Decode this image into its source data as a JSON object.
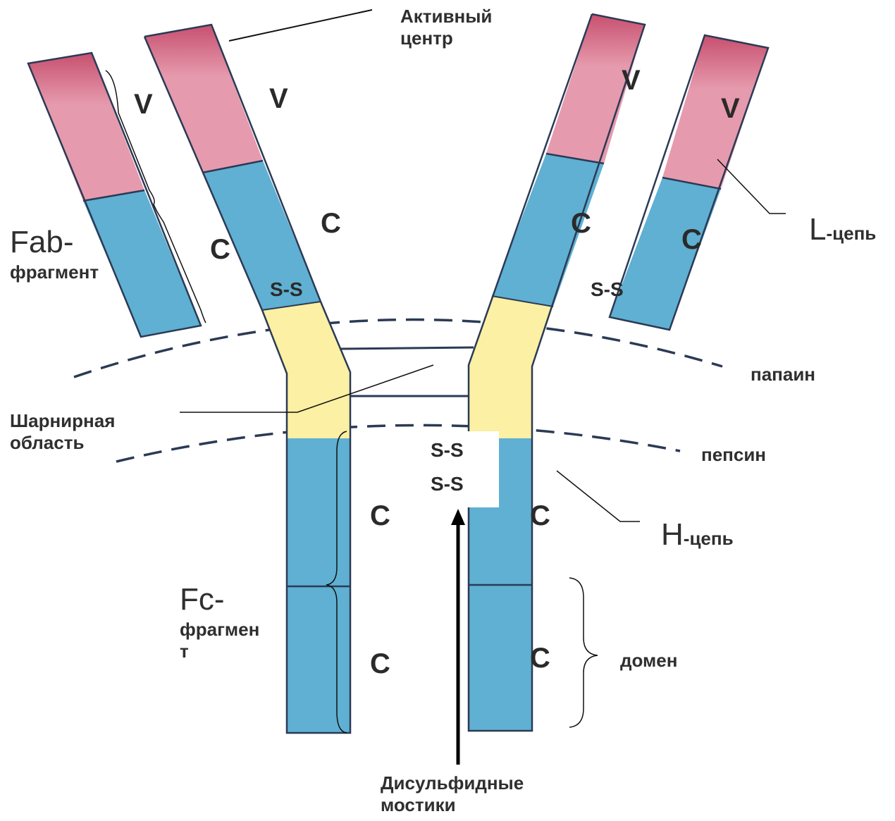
{
  "colors": {
    "variable": "#e69aad",
    "variable_dark": "#c7506f",
    "constant": "#5fb0d2",
    "constant_dark": "#3f8fb8",
    "hinge": "#fbf0a3",
    "outline": "#2b3a55",
    "dash": "#2b3a55",
    "text": "#2f2f2f"
  },
  "labels": {
    "active_center_1": "Активный",
    "active_center_2": "центр",
    "fab_1": "Fab-",
    "fab_2": "фрагмент",
    "l_chain_a": "L",
    "l_chain_b": "-цепь",
    "h_chain_a": "H",
    "h_chain_b": "-цепь",
    "papain": "папаин",
    "pepsin": "пепсин",
    "hinge_1": "Шарнирная",
    "hinge_2": "область",
    "fc_1": "Fc-",
    "fc_2": "фрагмен",
    "fc_3": "т",
    "domain": "домен",
    "disulfide_1": "Дисульфидные",
    "disulfide_2": "мостики"
  },
  "domain_letters": {
    "v": "V",
    "c": "C"
  },
  "bridges": {
    "ss": "S-S"
  }
}
